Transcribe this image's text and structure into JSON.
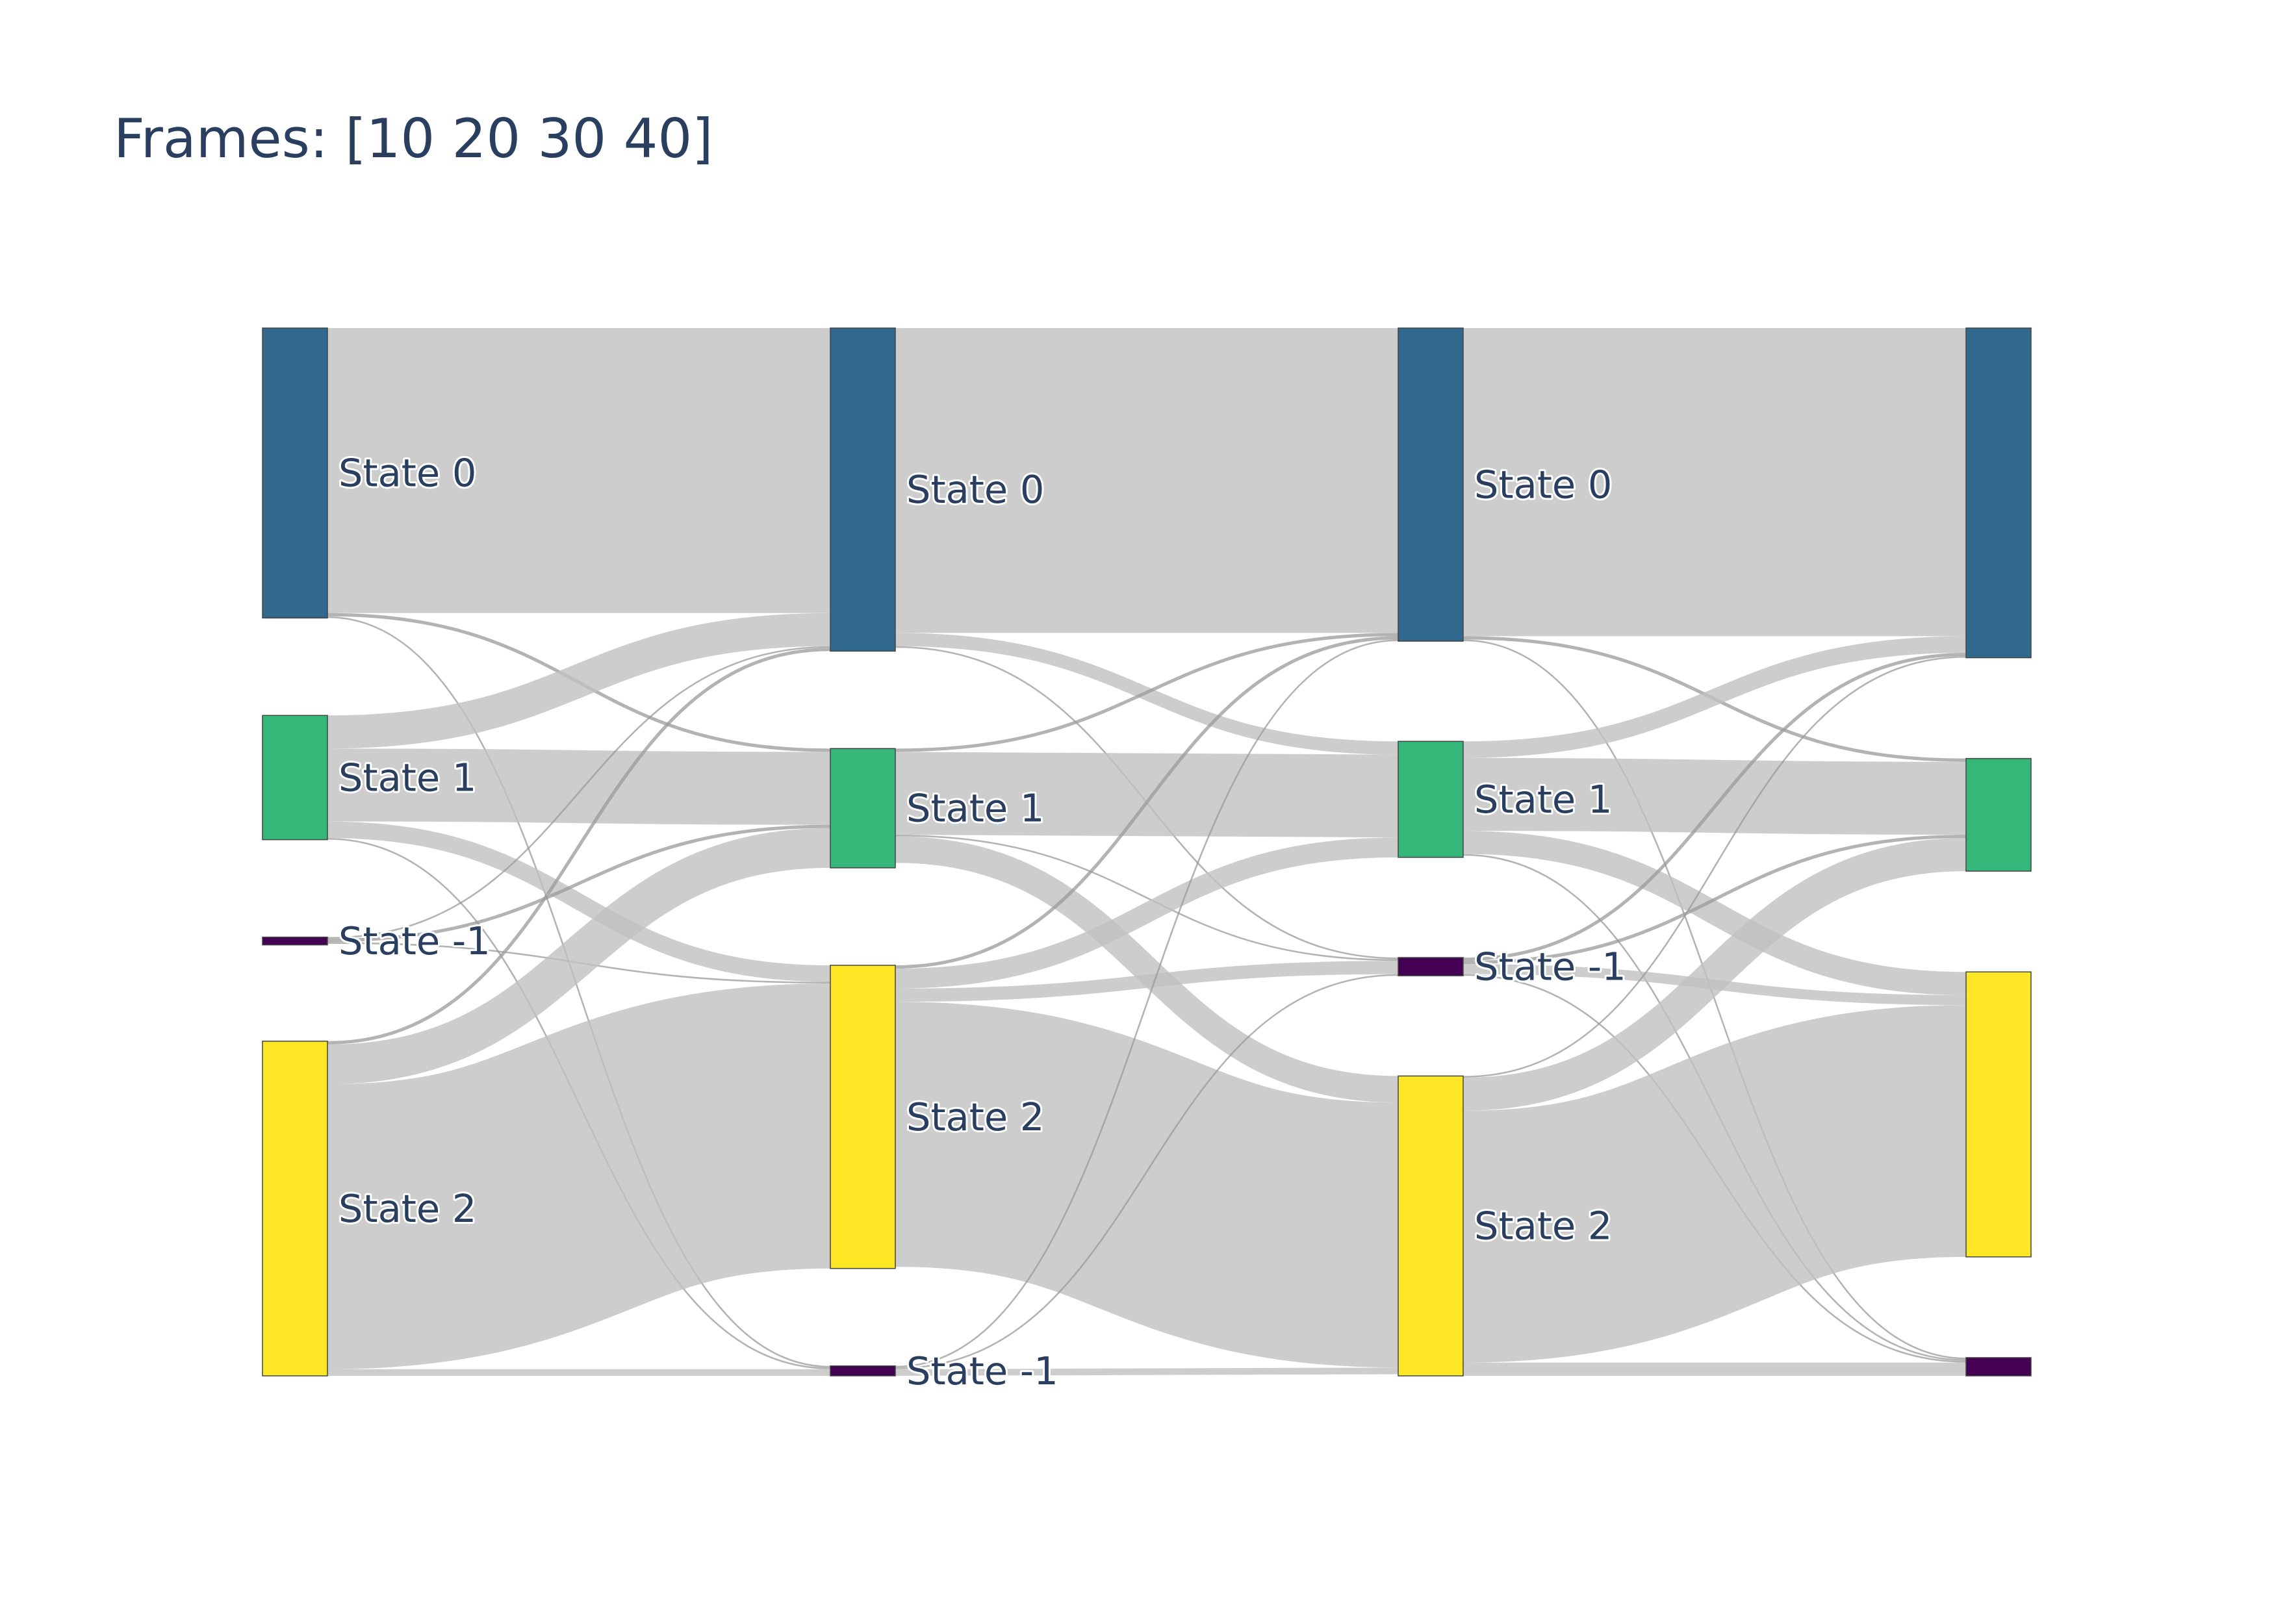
{
  "chart_data": {
    "type": "sankey",
    "title": "Frames: [10 20 30 40]",
    "colors": {
      "State 0": "#31688e",
      "State 1": "#35b779",
      "State 2": "#fde725",
      "State -1": "#440154",
      "link": "#c0c0c0",
      "node_border": "#444444"
    },
    "nodes": [
      {
        "id": "a0",
        "column": 0,
        "state": "State 0",
        "label": "State 0"
      },
      {
        "id": "a1",
        "column": 0,
        "state": "State 1",
        "label": "State 1"
      },
      {
        "id": "am",
        "column": 0,
        "state": "State -1",
        "label": "State -1"
      },
      {
        "id": "a2",
        "column": 0,
        "state": "State 2",
        "label": "State 2"
      },
      {
        "id": "b0",
        "column": 1,
        "state": "State 0",
        "label": "State 0"
      },
      {
        "id": "b1",
        "column": 1,
        "state": "State 1",
        "label": "State 1"
      },
      {
        "id": "b2",
        "column": 1,
        "state": "State 2",
        "label": "State 2"
      },
      {
        "id": "bm",
        "column": 1,
        "state": "State -1",
        "label": "State -1"
      },
      {
        "id": "c0",
        "column": 2,
        "state": "State 0",
        "label": "State 0"
      },
      {
        "id": "c1",
        "column": 2,
        "state": "State 1",
        "label": "State 1"
      },
      {
        "id": "cm",
        "column": 2,
        "state": "State -1",
        "label": "State -1"
      },
      {
        "id": "c2",
        "column": 2,
        "state": "State 2",
        "label": "State 2"
      },
      {
        "id": "d0",
        "column": 3,
        "state": "State 0",
        "label": ""
      },
      {
        "id": "d1",
        "column": 3,
        "state": "State 1",
        "label": ""
      },
      {
        "id": "d2",
        "column": 3,
        "state": "State 2",
        "label": ""
      },
      {
        "id": "dm",
        "column": 3,
        "state": "State -1",
        "label": ""
      }
    ],
    "links": [
      {
        "source": "a0",
        "target": "b0",
        "value": 86
      },
      {
        "source": "a0",
        "target": "b1",
        "value": 1
      },
      {
        "source": "a0",
        "target": "bm",
        "value": 0.5
      },
      {
        "source": "a1",
        "target": "b0",
        "value": 10
      },
      {
        "source": "a1",
        "target": "b1",
        "value": 22
      },
      {
        "source": "a1",
        "target": "b2",
        "value": 5
      },
      {
        "source": "a1",
        "target": "bm",
        "value": 0.5
      },
      {
        "source": "am",
        "target": "b0",
        "value": 0.5
      },
      {
        "source": "am",
        "target": "b1",
        "value": 1
      },
      {
        "source": "am",
        "target": "b2",
        "value": 0.5
      },
      {
        "source": "a2",
        "target": "b0",
        "value": 1
      },
      {
        "source": "a2",
        "target": "b1",
        "value": 12
      },
      {
        "source": "a2",
        "target": "b2",
        "value": 86
      },
      {
        "source": "a2",
        "target": "bm",
        "value": 2
      },
      {
        "source": "b0",
        "target": "c0",
        "value": 92
      },
      {
        "source": "b0",
        "target": "c1",
        "value": 4
      },
      {
        "source": "b0",
        "target": "cm",
        "value": 0.5
      },
      {
        "source": "b1",
        "target": "c0",
        "value": 1
      },
      {
        "source": "b1",
        "target": "c1",
        "value": 25
      },
      {
        "source": "b1",
        "target": "cm",
        "value": 0.5
      },
      {
        "source": "b1",
        "target": "c2",
        "value": 8
      },
      {
        "source": "b2",
        "target": "c0",
        "value": 1
      },
      {
        "source": "b2",
        "target": "c1",
        "value": 6
      },
      {
        "source": "b2",
        "target": "cm",
        "value": 4
      },
      {
        "source": "b2",
        "target": "c2",
        "value": 80
      },
      {
        "source": "bm",
        "target": "c0",
        "value": 0.5
      },
      {
        "source": "bm",
        "target": "cm",
        "value": 0.5
      },
      {
        "source": "bm",
        "target": "c2",
        "value": 2
      },
      {
        "source": "c0",
        "target": "d0",
        "value": 93
      },
      {
        "source": "c0",
        "target": "d1",
        "value": 1
      },
      {
        "source": "c0",
        "target": "dm",
        "value": 0.5
      },
      {
        "source": "c1",
        "target": "d0",
        "value": 5
      },
      {
        "source": "c1",
        "target": "d1",
        "value": 22
      },
      {
        "source": "c1",
        "target": "d2",
        "value": 7
      },
      {
        "source": "c1",
        "target": "dm",
        "value": 0.5
      },
      {
        "source": "cm",
        "target": "d0",
        "value": 1
      },
      {
        "source": "cm",
        "target": "d1",
        "value": 1
      },
      {
        "source": "cm",
        "target": "d2",
        "value": 3
      },
      {
        "source": "cm",
        "target": "dm",
        "value": 0.5
      },
      {
        "source": "c2",
        "target": "d0",
        "value": 0.5
      },
      {
        "source": "c2",
        "target": "d1",
        "value": 10
      },
      {
        "source": "c2",
        "target": "d2",
        "value": 76
      },
      {
        "source": "c2",
        "target": "dm",
        "value": 4
      }
    ]
  }
}
